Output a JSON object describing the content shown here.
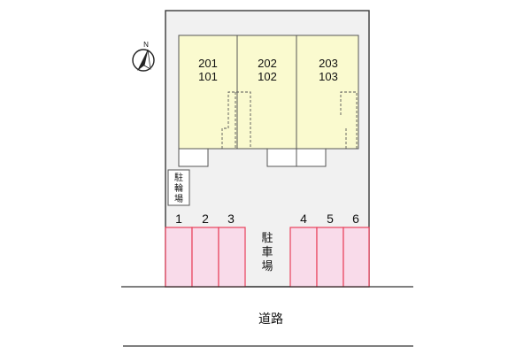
{
  "colors": {
    "lot_fill": "#f1f1f1",
    "lot_border": "#3a3a3a",
    "building_fill": "#fafacf",
    "building_border": "#555555",
    "space_fill": "#f9dbea",
    "space_border": "#e8405a",
    "road_line": "#333333"
  },
  "icons": {
    "north_arrow": "compass-arrow-icon"
  },
  "north_label": "N",
  "units": [
    {
      "upper": "201",
      "lower": "101"
    },
    {
      "upper": "202",
      "lower": "102"
    },
    {
      "upper": "203",
      "lower": "103"
    }
  ],
  "bicycle_parking_chars": [
    "駐",
    "輪",
    "場"
  ],
  "parking_chars": [
    "駐",
    "車",
    "場"
  ],
  "parking_spaces": [
    "1",
    "2",
    "3",
    "4",
    "5",
    "6"
  ],
  "road_label": "道路"
}
